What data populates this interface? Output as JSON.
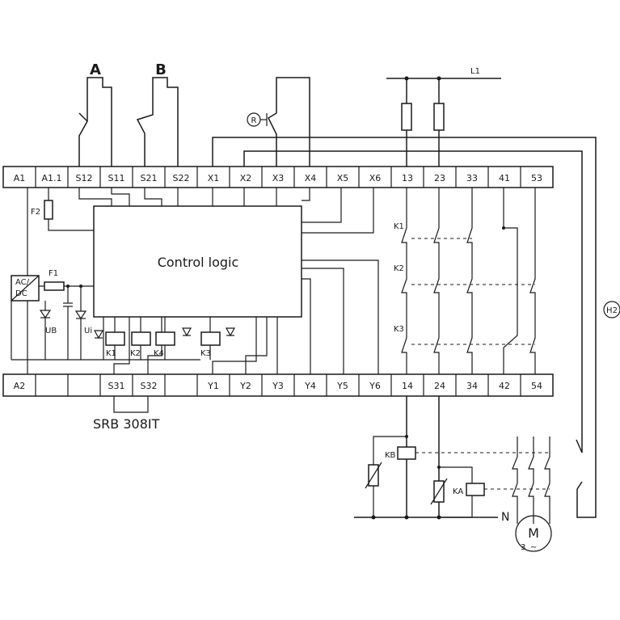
{
  "top_terminals": [
    "A1",
    "A1.1",
    "S12",
    "S11",
    "S21",
    "S22",
    "X1",
    "X2",
    "X3",
    "X4",
    "X5",
    "X6",
    "13",
    "23",
    "33",
    "41",
    "53"
  ],
  "bottom_terminals": [
    "A2",
    "",
    "",
    "S31",
    "S32",
    "",
    "Y1",
    "Y2",
    "Y3",
    "Y4",
    "Y5",
    "Y6",
    "14",
    "24",
    "34",
    "42",
    "54"
  ],
  "center_label": "Control logic",
  "model_label": "SRB 308IT",
  "inputs": {
    "a": "A",
    "b": "B",
    "reset": "R"
  },
  "supply": {
    "line": "L1",
    "neutral": "N"
  },
  "fuses": {
    "f1": "F1",
    "f2": "F2"
  },
  "power_supply": {
    "line1": "AC/",
    "line2": "DC"
  },
  "leds": {
    "ub": "UB",
    "ui": "Ui"
  },
  "internal_relays": [
    "K1",
    "K2",
    "K4",
    "K3"
  ],
  "contact_labels": {
    "k1": "K1",
    "k2": "K2",
    "k3": "K3"
  },
  "external_contactors": {
    "kb": "KB",
    "ka": "KA"
  },
  "motor": {
    "m": "M",
    "phases": "3",
    "symbol": "~"
  },
  "lamp": "H2"
}
